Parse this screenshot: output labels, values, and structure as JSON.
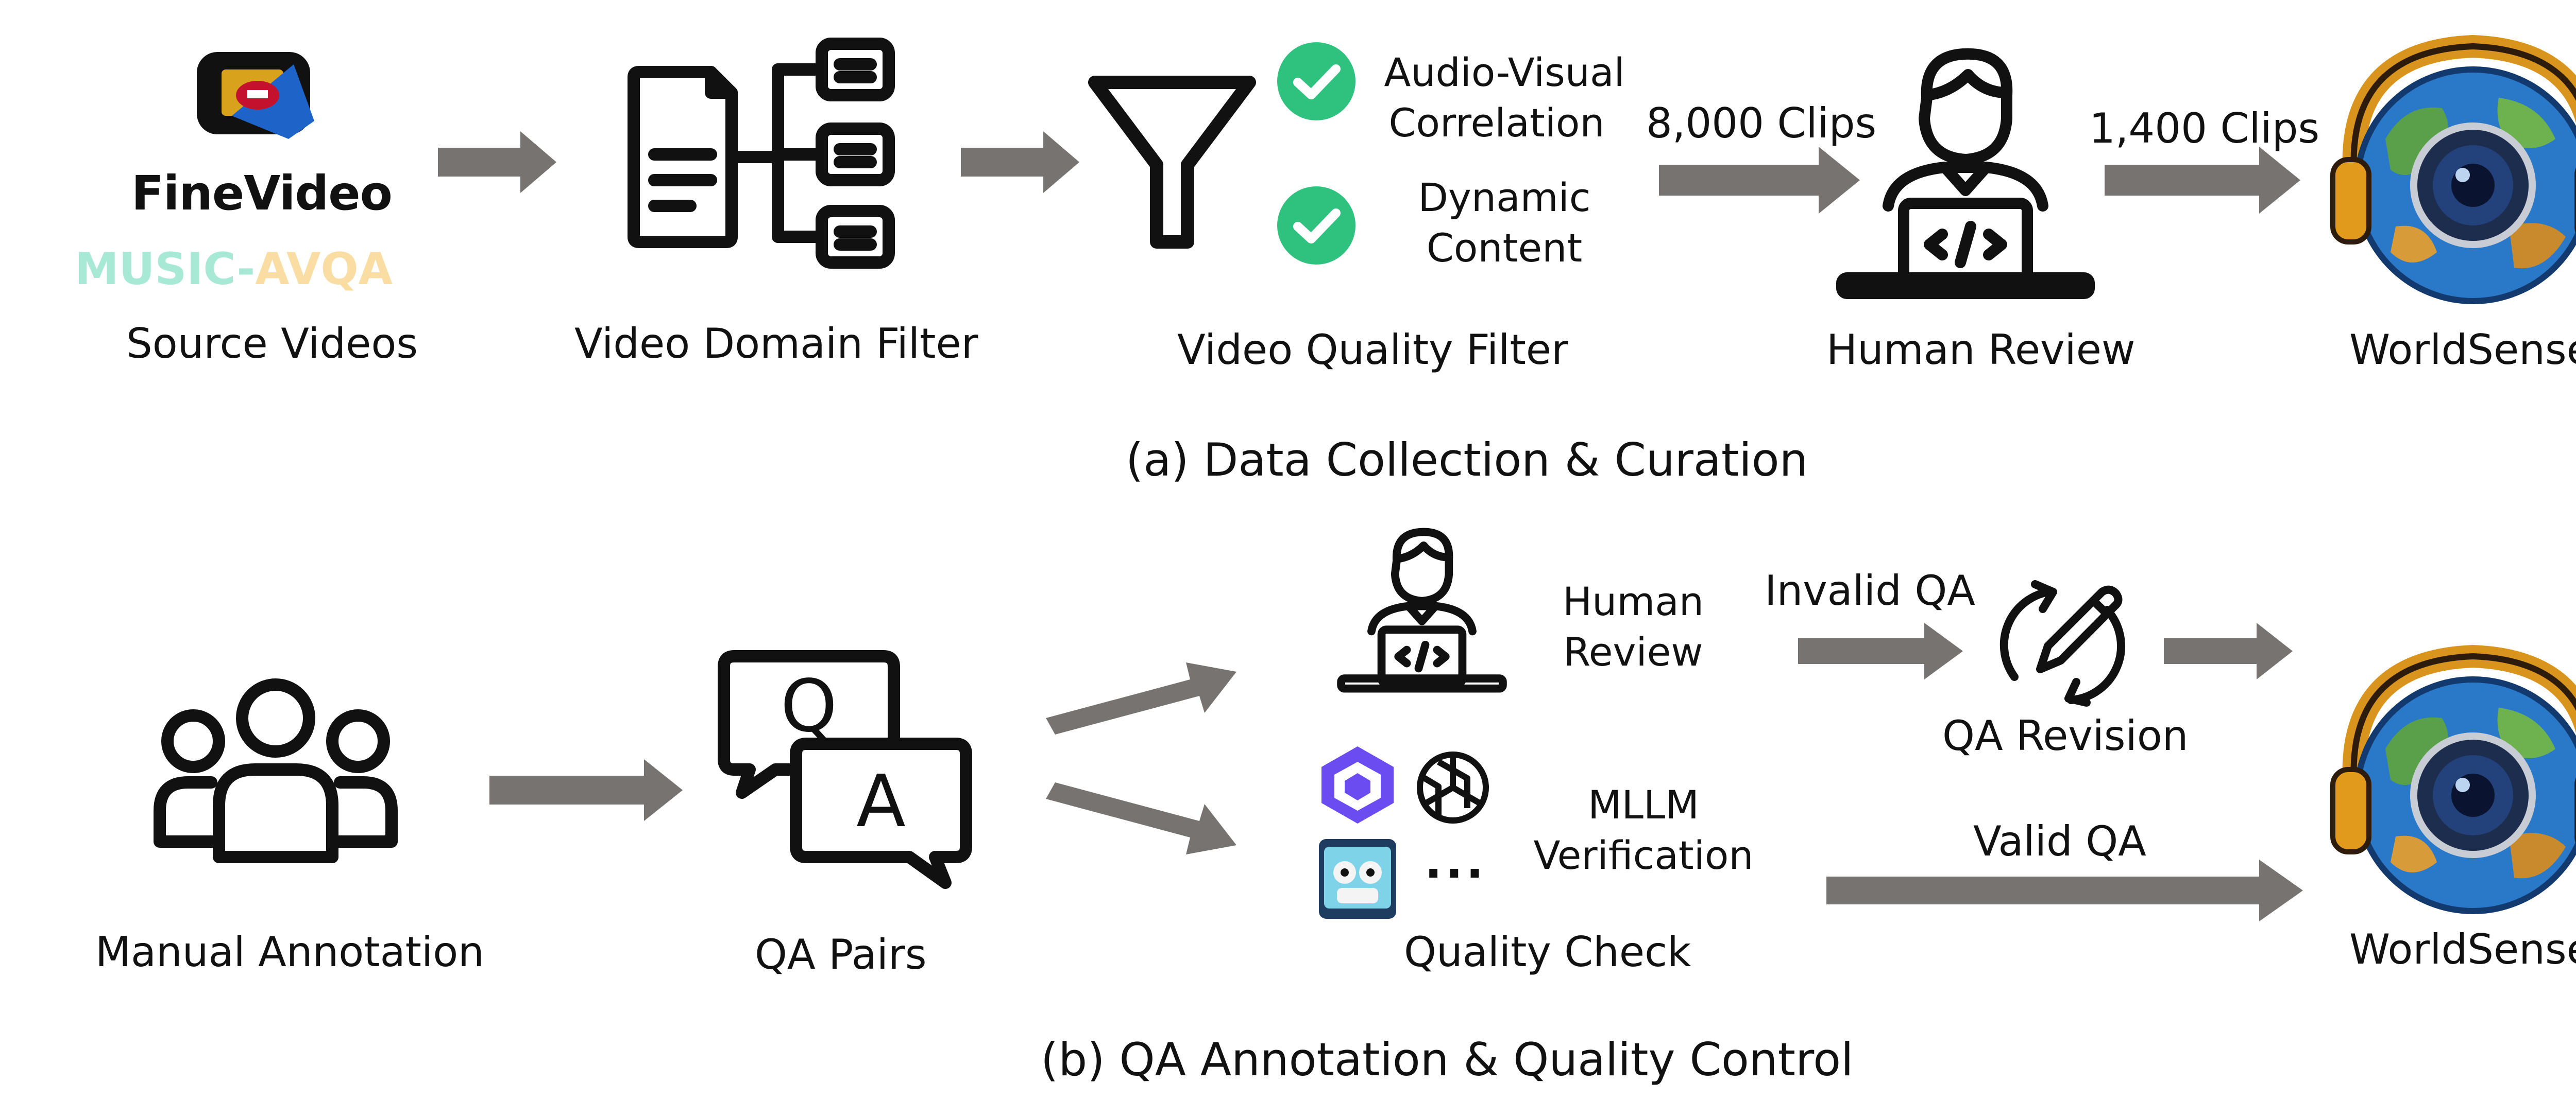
{
  "colors": {
    "arrow": "#777370",
    "stroke": "#111111",
    "check": "#2ec27e",
    "teal": "#3fd0a6",
    "amber": "#f2b632"
  },
  "top": {
    "caption": "(a) Data Collection & Curation",
    "source": {
      "label": "Source Videos",
      "logo_finevideo": "FineVideo",
      "logo_music": "MUSIC-",
      "logo_avqa": "AVQA"
    },
    "domain_filter": {
      "label": "Video Domain Filter"
    },
    "quality_filter": {
      "label": "Video Quality Filter",
      "criteria": [
        "Audio-Visual",
        "Correlation",
        "Dynamic",
        "Content"
      ]
    },
    "clips_8000": "8,000 Clips",
    "human_review": {
      "label": "Human Review"
    },
    "clips_1400": "1,400 Clips",
    "worldsense": {
      "label": "WorldSense"
    }
  },
  "bottom": {
    "caption": "(b) QA Annotation & Quality Control",
    "manual": {
      "label": "Manual Annotation"
    },
    "qa_pairs": {
      "label": "QA Pairs",
      "q": "Q",
      "a": "A"
    },
    "human_review": {
      "line1": "Human",
      "line2": "Review"
    },
    "invalid_qa": "Invalid QA",
    "qa_revision": {
      "label": "QA Revision"
    },
    "mllm": {
      "line1": "MLLM",
      "line2": "Verification",
      "ellipsis": "..."
    },
    "quality_check": {
      "label": "Quality Check"
    },
    "valid_qa": "Valid QA",
    "worldsense": {
      "label": "WorldSense"
    }
  }
}
